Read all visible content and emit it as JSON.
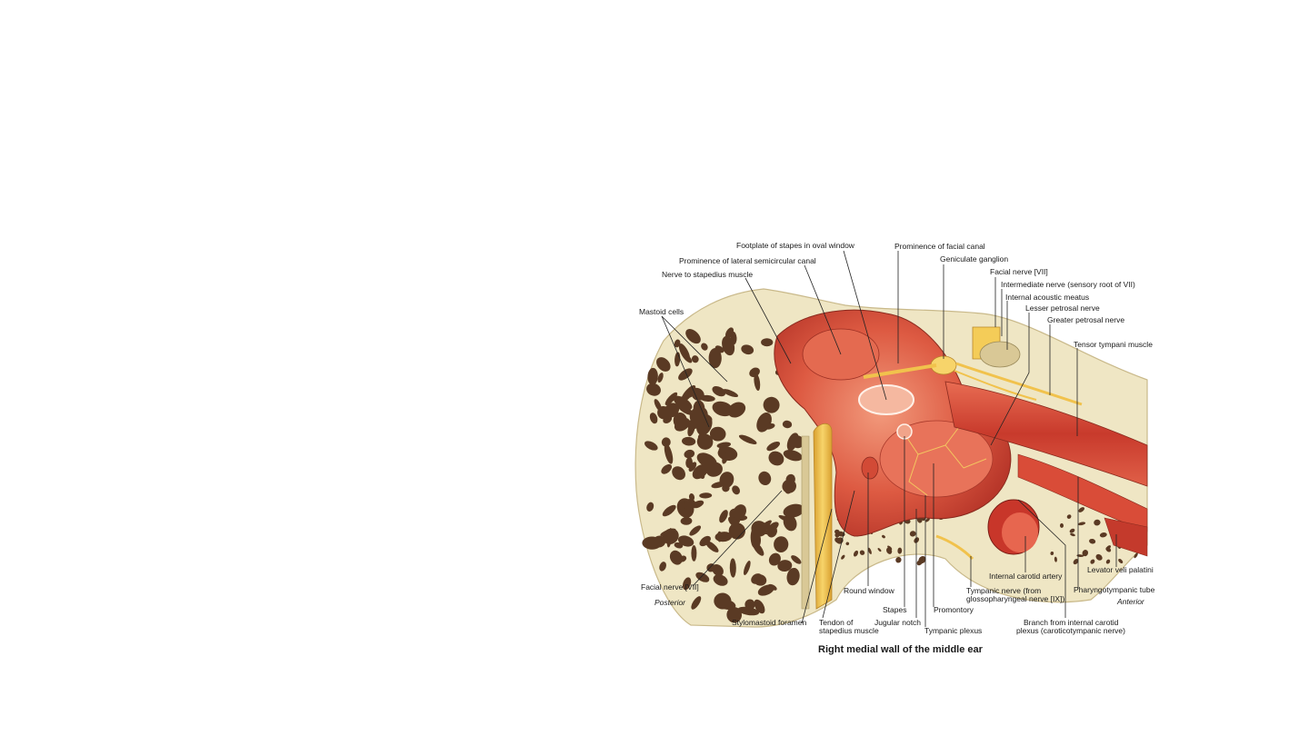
{
  "figure": {
    "caption": "Right medial wall of the middle ear",
    "orientation": {
      "posterior": "Posterior",
      "anterior": "Anterior"
    },
    "labels": {
      "footplate": "Footplate of stapes in oval window",
      "prom_facial": "Prominence of facial canal",
      "prom_lateral": "Prominence of lateral semicircular canal",
      "geniculate": "Geniculate ganglion",
      "nerve_stapedius": "Nerve to stapedius muscle",
      "facial_top": "Facial nerve [VII]",
      "intermediate": "Intermediate nerve (sensory root of VII)",
      "int_acoustic": "Internal acoustic meatus",
      "mastoid": "Mastoid cells",
      "lesser_petrosal": "Lesser petrosal nerve",
      "greater_petrosal": "Greater petrosal nerve",
      "tensor": "Tensor tympani muscle",
      "int_carotid": "Internal carotid artery",
      "levator": "Levator veli palatini",
      "facial_bottom": "Facial nerve [VII]",
      "round_window": "Round window",
      "tympanic_nerve_1": "Tympanic nerve (from",
      "tympanic_nerve_2": "glossopharyngeal nerve [IX])",
      "pharyngotympanic": "Pharyngotympanic tube",
      "stapes": "Stapes",
      "promontory": "Promontory",
      "stylomastoid": "Stylomastoid foramen",
      "tendon_1": "Tendon of",
      "tendon_2": "stapedius muscle",
      "jugular": "Jugular notch",
      "tympanic_plexus": "Tympanic plexus",
      "branch_1": "Branch from internal carotid",
      "branch_2": "plexus (caroticotympanic nerve)"
    }
  },
  "colors": {
    "bone": "#efe6c4",
    "bone_edge": "#c9b98a",
    "cavity": "#5a3a24",
    "tissue": "#d9503c",
    "tissue_light": "#ee8a6c",
    "nerve": "#f1c24c",
    "vessel": "#c8362a"
  }
}
